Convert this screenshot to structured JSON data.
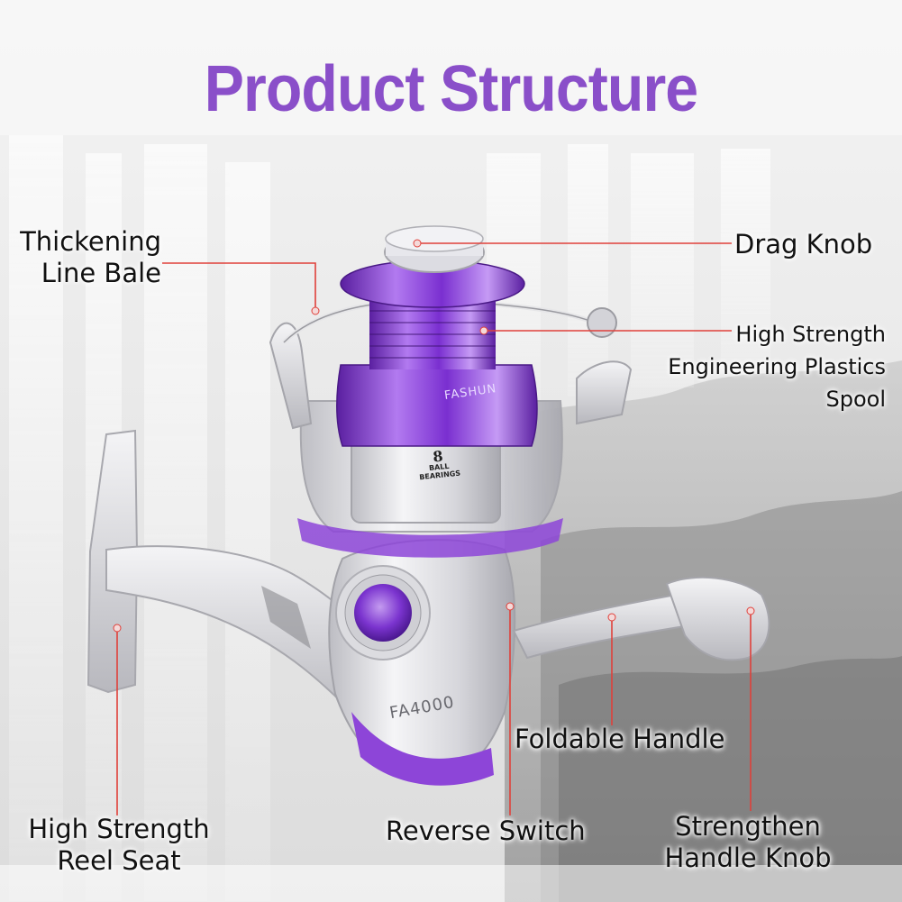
{
  "title": "Product Structure",
  "colors": {
    "title": "#8a4fc9",
    "accent_purple": "#8b3fd6",
    "leader_line": "#e0403a",
    "leader_dot": "#f3d6d6",
    "body_silver": "#d8d8dc"
  },
  "reel": {
    "model": "FA4000",
    "brand": "FASHUN",
    "bearings_count": "8",
    "bearings_text": "BALL BEARINGS"
  },
  "labels": {
    "line_bale": [
      "Thickening",
      "Line Bale"
    ],
    "drag_knob": "Drag Knob",
    "spool": [
      "High Strength",
      "Engineering Plastics",
      "Spool"
    ],
    "foldable_handle": "Foldable Handle",
    "reel_seat": [
      "High Strength",
      "Reel Seat"
    ],
    "reverse_switch": "Reverse Switch",
    "handle_knob": [
      "Strengthen",
      "Handle Knob"
    ]
  }
}
